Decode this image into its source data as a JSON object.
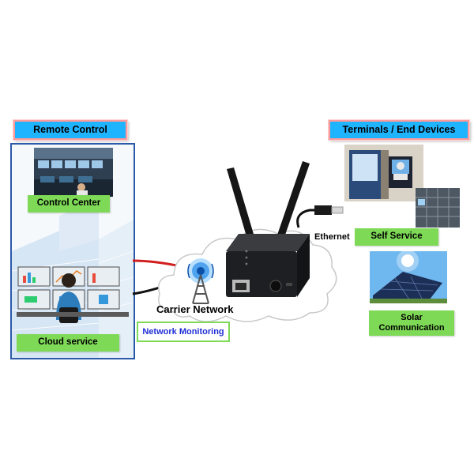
{
  "headers": {
    "remote_control": "Remote Control",
    "terminals": "Terminals / End Devices"
  },
  "remote": {
    "control_center": "Control Center",
    "cloud_service": "Cloud service"
  },
  "network": {
    "carrier_network": "Carrier Network",
    "network_monitoring": "Network Monitoring"
  },
  "devices": {
    "ethernet": "Ethernet",
    "self_service": "Self Service",
    "solar_line1": "Solar",
    "solar_line2": "Communication"
  },
  "colors": {
    "header_fill": "#1fb4ff",
    "header_border": "#ff9a9a",
    "label_green": "#7ed957",
    "panel_border": "#2b5aa8",
    "monitoring_text": "#1f2dd6",
    "router_body": "#1e1f22"
  },
  "icons": [
    "cell-tower-icon",
    "router-device",
    "ethernet-cable-icon",
    "cloud-shape"
  ]
}
